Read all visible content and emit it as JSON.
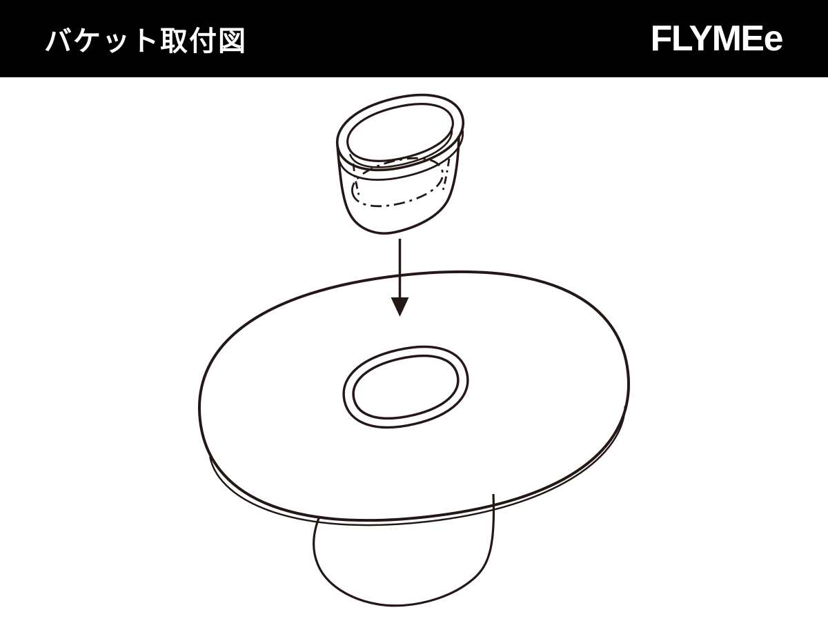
{
  "header": {
    "title": "バケット取付図",
    "logo": "FLYMEe",
    "background_color": "#000000",
    "text_color": "#ffffff"
  },
  "diagram": {
    "background_color": "#ffffff",
    "line_color": "#231815",
    "icons": {
      "bucket": "bucket-illustration",
      "arrow": "down-arrow-icon",
      "table": "oval-table-illustration",
      "cutout": "tabletop-bucket-cutout",
      "pedestal": "pedestal-base"
    }
  }
}
